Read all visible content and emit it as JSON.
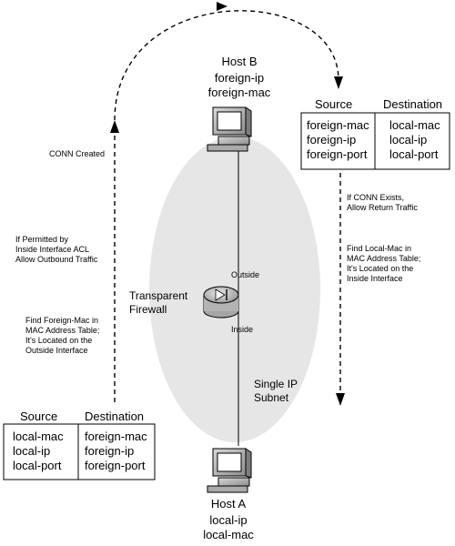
{
  "host_b": {
    "title": "Host B",
    "lines": [
      "foreign-ip",
      "foreign-mac"
    ]
  },
  "host_a": {
    "title": "Host A",
    "lines": [
      "local-ip",
      "local-mac"
    ]
  },
  "firewall": {
    "label": "Transparent Firewall",
    "label_lines": [
      "Transparent",
      "Firewall"
    ],
    "outside": "Outside",
    "inside": "Inside"
  },
  "subnet_label": [
    "Single IP",
    "Subnet"
  ],
  "right_table": {
    "source_header": "Source",
    "destination_header": "Destination",
    "source": [
      "foreign-mac",
      "foreign-ip",
      "foreign-port"
    ],
    "destination": [
      "local-mac",
      "local-ip",
      "local-port"
    ]
  },
  "left_table": {
    "source_header": "Source",
    "destination_header": "Destination",
    "source": [
      "local-mac",
      "local-ip",
      "local-port"
    ],
    "destination": [
      "foreign-mac",
      "foreign-ip",
      "foreign-port"
    ]
  },
  "annotations": {
    "conn_created": "CONN Created",
    "permitted": [
      "If Permitted by",
      "Inside Interface ACL",
      "Allow Outbound Traffic"
    ],
    "find_foreign": [
      "Find Foreign-Mac in",
      "MAC Address Table;",
      "It's Located on the",
      "Outside Interface"
    ],
    "if_conn": [
      "If CONN Exists,",
      "Allow Return Traffic"
    ],
    "find_local": [
      "Find Local-Mac in",
      "MAC Address Table;",
      "It's Located on the",
      "Inside Interface"
    ]
  }
}
